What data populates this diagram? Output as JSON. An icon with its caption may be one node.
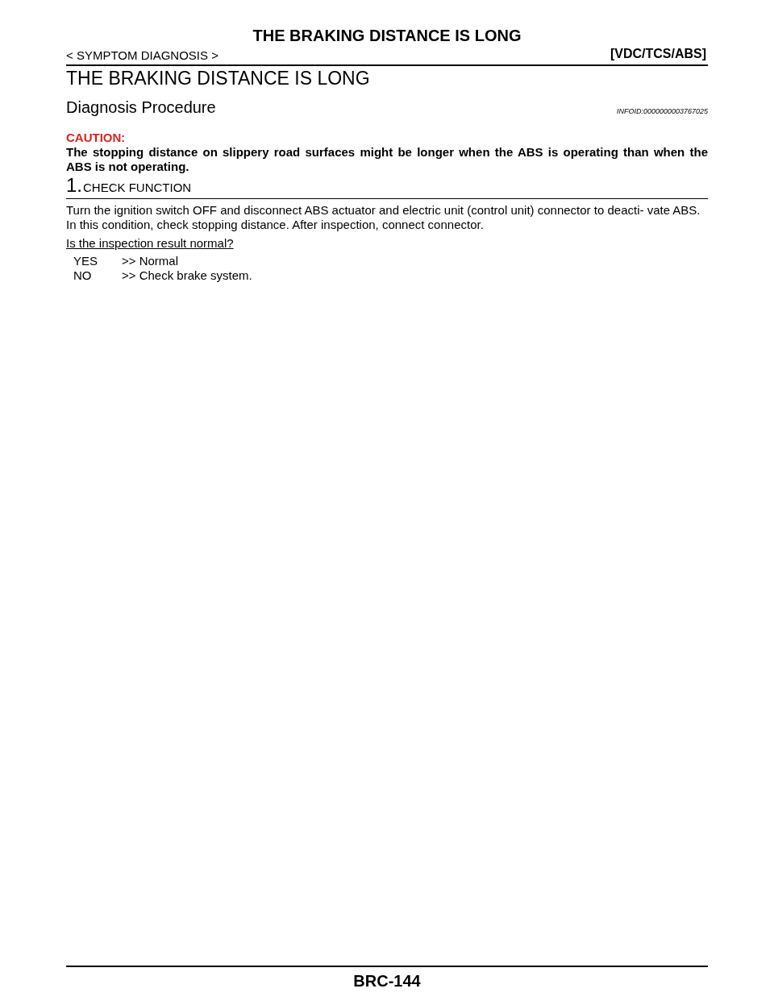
{
  "diagram": {
    "title": "THE BRAKING DISTANCE IS LONG",
    "labels": [
      "< SYMPTOM DIAGNOSIS >",
      "[VDC/TCS/ABS]",
      "THE BRAKING DISTANCE IS LONG",
      "Diagnosis Procedure",
      "INFOID:0000000003767025",
      "CAUTION:",
      "The stopping distance on slippery road surfaces might be longer when the ABS is operating than when the ABS is not operating.",
      "1.",
      "CHECK FUNCTION",
      "Turn the ignition switch OFF and disconnect ABS actuator and electric unit (control unit) connector to deacti- vate ABS. In this condition, check stopping distance. After inspection, connect connector.",
      "Is the inspection result normal?",
      "YES",
      ">> Normal",
      "NO",
      ">> Check brake system.",
      "BRC-144"
    ]
  }
}
